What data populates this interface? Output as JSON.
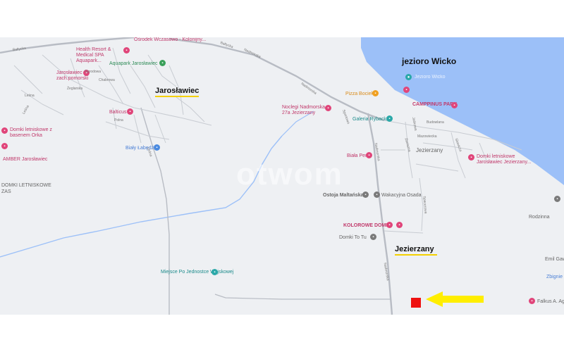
{
  "map": {
    "watermark": "otwom",
    "places": {
      "jaroslawiec": "Jarosławiec",
      "jezierzany": "Jezierzany",
      "jezierzany_small": "Jezierzany"
    },
    "lake": {
      "name": "jezioro Wicko",
      "poi": "Jezioro Wicko"
    },
    "pois": {
      "osrodek": "Ośrodek Wczasowo - Kolonijny...",
      "health_resort": "Health Resort & Medical SPA Aquapark...",
      "aquapark": "Aquapark Jarosławiec",
      "jaroslawiec_zach": "Jarosławiec zach.pomorski",
      "balticus": "Balticus",
      "bialy_labedz": "Biały Łabędź",
      "domki_orka": "Domki letniskowe z basenem Orka",
      "amber": "AMBER Jarosławiec",
      "domki_letniskowe_left": "DOMKI LETNISKOWE",
      "zas": "ZAS",
      "pizza": "Pizza Bocieł",
      "noclegi": "Noclegi Nadmorska 27a Jezierzany",
      "camppinus": "CAMPPINUS PARK",
      "galeria": "Galeria Rybacka",
      "biala_perla": "Biała Perła",
      "domki_right": "Domki letniskowe Jarosławiec Jezierzany...",
      "ostoja": "Ostoja Maltańska",
      "wakacyjna": "Wakacyjna Osada",
      "kolorowe": "KOLOROWE DOMKI",
      "domki_to_tu": "Domki To Tu",
      "miejsce": "Miejsce Po Jednostce Wojskowej",
      "rodzinna": "Rodzinna",
      "emil": "Emil Gaw",
      "zbigniew": "Zbignie",
      "falkus": "Falkus A. Agr"
    },
    "streets": {
      "baltycka1": "Bałtycka",
      "baltycka2": "Bałtycka",
      "nadmorska1": "Nadmorska",
      "nadmorska2": "Nadmorska",
      "nadmorska3": "Nadmorska",
      "nadmorska4": "Nadmorska",
      "lesna": "Leśna",
      "polna": "Polna",
      "ogrodowa": "Ogrodowa",
      "chabrowa": "Chabrowa",
      "zeglarska": "Żeglarska",
      "jaskowa": "Jaśkowa",
      "budowlana": "Budowlana",
      "mazowiecka": "Mazowiecka",
      "spacerowa": "Spacerowa",
      "slowicza": "Słowicza",
      "zaciszna": "Zaciszna",
      "lesna2": "Leśna",
      "sportowa": "Sportowa",
      "lesna3": "Leśna"
    },
    "colors": {
      "water": "#9cc0f8",
      "road": "#b8bcc4",
      "river": "#9cc0f8",
      "arrow": "#ffee00",
      "marker": "#ee1111"
    }
  }
}
